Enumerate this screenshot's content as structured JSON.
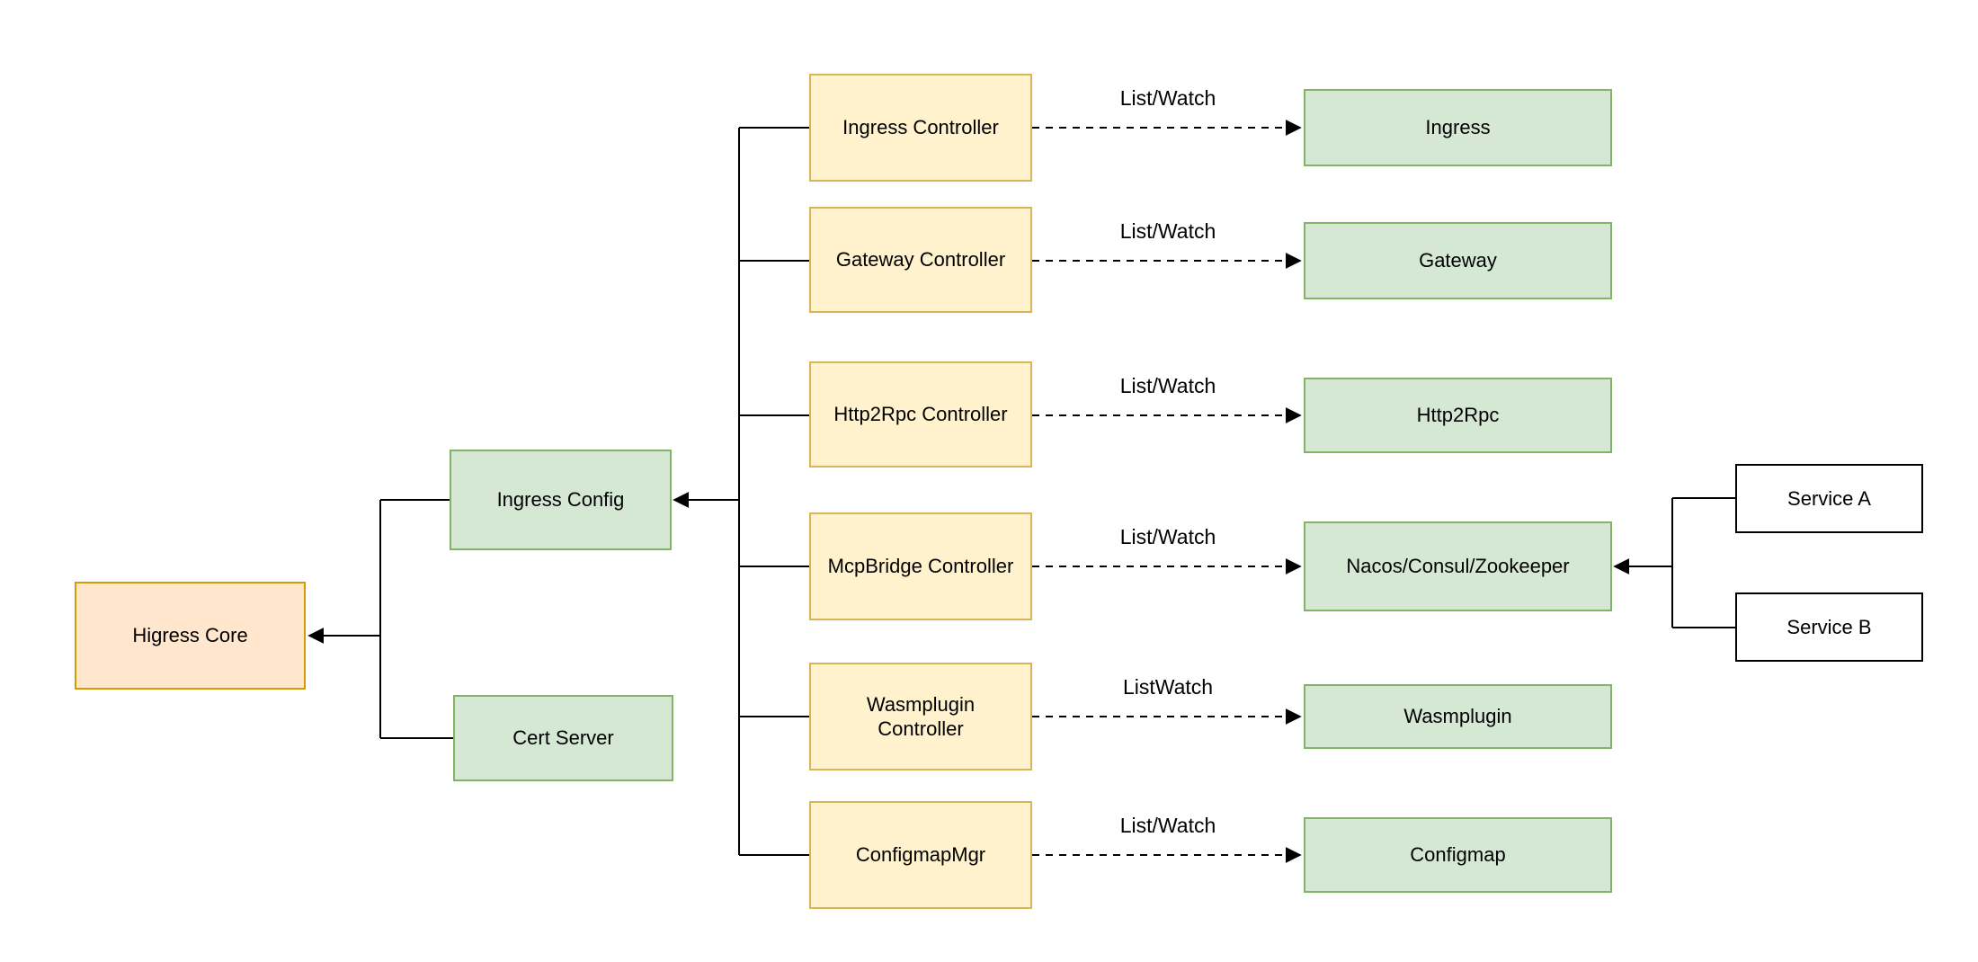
{
  "diagram": {
    "nodes": {
      "higress_core": "Higress Core",
      "ingress_config": "Ingress Config",
      "cert_server": "Cert Server",
      "service_a": "Service A",
      "service_b": "Service B"
    },
    "rows": [
      {
        "controller": "Ingress Controller",
        "edge_label": "List/Watch",
        "resource": "Ingress"
      },
      {
        "controller": "Gateway Controller",
        "edge_label": "List/Watch",
        "resource": "Gateway"
      },
      {
        "controller": "Http2Rpc Controller",
        "edge_label": "List/Watch",
        "resource": "Http2Rpc"
      },
      {
        "controller": "McpBridge Controller",
        "edge_label": "List/Watch",
        "resource": "Nacos/Consul/Zookeeper"
      },
      {
        "controller": "Wasmplugin\nController",
        "edge_label": "ListWatch",
        "resource": "Wasmplugin"
      },
      {
        "controller": "ConfigmapMgr",
        "edge_label": "List/Watch",
        "resource": "Configmap"
      }
    ],
    "colors": {
      "core-fill": "#ffe6cc",
      "core-border": "#d79b00",
      "green-fill": "#d5e8d4",
      "green-border": "#82b366",
      "yellow-fill": "#fff2cc",
      "yellow-border": "#d6b656",
      "white-fill": "#ffffff",
      "white-border": "#000000",
      "line": "#000000"
    }
  }
}
